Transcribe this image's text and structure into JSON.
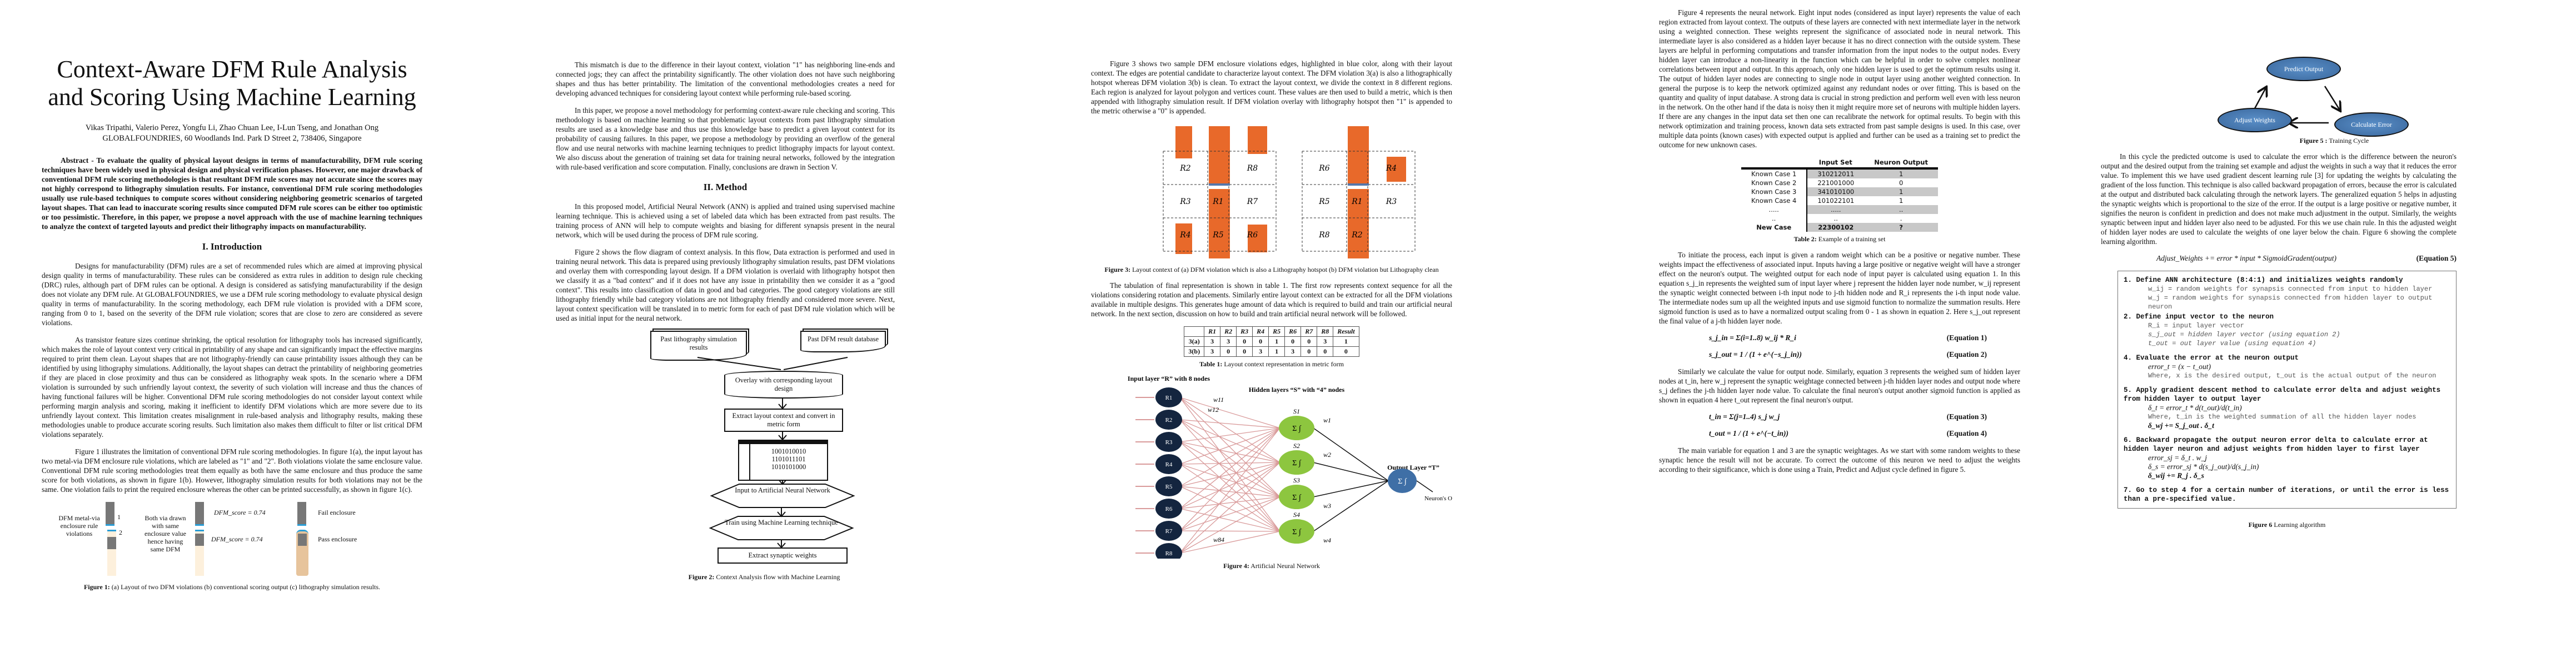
{
  "page1": {
    "title": "Context-Aware DFM Rule Analysis and Scoring Using Machine Learning",
    "authors": "Vikas Tripathi, Valerio Perez, Yongfu Li, Zhao Chuan Lee, I-Lun Tseng, and Jonathan Ong",
    "affiliation": "GLOBALFOUNDRIES, 60 Woodlands Ind. Park D Street 2, 738406, Singapore",
    "abstract": "Abstract - To evaluate the quality of physical layout designs in terms of manufacturability, DFM rule scoring techniques have been widely used in physical design and physical verification phases. However, one major drawback of conventional DFM rule scoring methodologies is that resultant DFM rule scores may not accurate since the scores may not highly correspond to lithography simulation results. For instance, conventional DFM rule scoring methodologies usually use rule-based techniques to compute scores without considering neighboring geometric scenarios of targeted layout shapes. That can lead to inaccurate scoring results since computed DFM rule scores can be either too optimistic or too pessimistic. Therefore, in this paper, we propose a novel approach with the use of machine learning techniques to analyze the context of targeted layouts and predict their lithography impacts on manufacturability.",
    "intro_heading": "I.    Introduction",
    "paragraphs": [
      "Designs for manufacturability (DFM) rules are a set of recommended rules which are aimed at improving physical design quality in terms of manufacturability. These rules can be considered as extra rules in addition to design rule checking (DRC) rules, although part of DFM rules can be optional. A design is considered as satisfying manufacturability if the design does not violate any DFM rule. At GLOBALFOUNDRIES, we use a DFM rule scoring methodology to evaluate physical design quality in terms of manufacturability. In the scoring methodology, each DFM rule violation is provided with a DFM score, ranging from 0 to 1, based on the severity of the DFM rule violation; scores that are close to zero are considered as severe violations.",
      "As transistor feature sizes continue shrinking, the optical resolution for lithography tools has increased significantly, which makes the role of layout context very critical in printability of any shape and can significantly impact the effective margins required to print them clean. Layout shapes that are not lithography-friendly can cause printability issues although they can be identified by using lithography simulations. Additionally, the layout shapes can detract the printability of neighboring geometries if they are placed in close proximity and thus can be considered as lithography weak spots. In the scenario where a DFM violation is surrounded by such unfriendly layout context, the severity of such violation will increase and thus the chances of having functional failures will be higher. Conventional DFM rule scoring methodologies do not consider layout context while performing margin analysis and scoring, making it inefficient to identify DFM violations which are more severe due to its unfriendly layout context. This limitation creates misalignment in rule-based analysis and lithography results, making these methodologies unable to produce accurate scoring results. Such limitation also makes them difficult to filter or list critical DFM violations separately.",
      "Figure 1 illustrates the limitation of conventional DFM rule scoring methodologies. In figure 1(a), the input layout has two metal-via DFM enclosure rule violations, which are labeled as \"1\" and \"2\". Both violations violate the same enclosure value. Conventional DFM rule scoring methodologies treat them equally as both have the same enclosure and thus produce the same score for both violations, as shown in figure 1(b). However, lithography simulation results for both violations may not be the same. One violation fails to print the required enclosure whereas the other can be printed successfully, as shown in figure 1(c)."
    ],
    "figure1": {
      "label_a": "DFM metal-via enclosure rule violations",
      "label_b": "Both via drawn with same enclosure value hence having same DFM",
      "score1": "DFM_score = 0.74",
      "score2": "DFM_score = 0.74",
      "fail": "Fail enclosure",
      "pass": "Pass enclosure",
      "n1": "1",
      "n2": "2",
      "caption_bold": "Figure 1:",
      "caption": " (a) Layout of two DFM violations (b) conventional scoring output (c) lithography simulation results."
    }
  },
  "page2": {
    "paragraphs": [
      "This mismatch is due to the difference in their layout context, violation \"1\" has neighboring line-ends and connected jogs; they can affect the printability significantly. The other violation does not have such neighboring shapes and thus has better printability. The limitation of the conventional methodologies creates a need for developing advanced techniques for considering layout context while performing rule-based scoring.",
      "In this paper, we propose a novel methodology for performing context-aware rule checking and scoring. This methodology is based on machine learning so that problematic layout contexts from past lithography simulation results are used as a knowledge base and thus use this knowledge base to predict a given layout context for its probability of causing failures. In this paper, we propose a methodology by providing an overflow of the general flow and use neural networks with machine learning techniques to predict lithography impacts for layout context. We also discuss about the generation of training set data for training neural networks, followed by the integration with rule-based verification and score computation. Finally, conclusions are drawn in Section V."
    ],
    "method_heading": "II.    Method",
    "paragraphs2": [
      "In this proposed model, Artificial Neural Network (ANN) is applied and trained using supervised machine learning technique. This is achieved using a set of labeled data which has been extracted from past results. The training process of ANN will help to compute weights and biasing for different synapsis present in the neural network, which will be used during the process of DFM rule scoring.",
      "Figure 2 shows the flow diagram of context analysis. In this flow, Data extraction is performed and used in training neural network. This data is prepared using previously lithography simulation results, past DFM violations and overlay them with corresponding layout design. If a DFM violation is overlaid with lithography hotspot then we classify it as a \"bad context\" and if it does not have any issue in printability then we consider it as a \"good context\". This results into classification of data in good and bad categories. The good category violations are still lithography friendly while bad category violations are not lithography friendly and considered more severe. Next, layout context specification will be translated in to metric form for each of past DFM rule violation which will be used as initial input for the neural network."
    ],
    "figure2": {
      "doc1": "Past lithography simulation results",
      "doc2": "Past DFM result database",
      "step1": "Overlay with corresponding layout design",
      "step2": "Extract layout context and convert in metric form",
      "bits": [
        "1001010010",
        "1101011101",
        "1010101000"
      ],
      "step3": "Input to Artificial Neural Network",
      "step4": "Train using Machine Learning technique",
      "step5": "Extract synaptic weights",
      "caption_bold": "Figure 2:",
      "caption": " Context Analysis flow with Machine Learning"
    }
  },
  "page3": {
    "paragraph1": "Figure 3 shows two sample DFM enclosure violations edges, highlighted in blue color, along with their layout context. The edges are potential candidate to characterize layout context. The DFM violation 3(a) is also a lithographically hotspot whereas DFM violation 3(b) is clean. To extract the layout context, we divide the context in 8 different regions. Each region is analyzed for layout polygon and vertices count. These values are then used to build a metric, which is then appended with lithography simulation result. If DFM violation overlay with lithography hotspot then \"1\" is appended to the metric otherwise a \"0\" is appended.",
    "figure3": {
      "regions_a": [
        "R2",
        "R8",
        "R3",
        "R1",
        "R7",
        "R4",
        "R5",
        "R6"
      ],
      "regions_b": [
        "R6",
        "R4",
        "R5",
        "R1",
        "R3",
        "R8",
        "R2"
      ],
      "caption_bold": "Figure 3:",
      "caption": " Layout context of (a) DFM violation which is also a Lithography hotspot (b) DFM violation but Lithography clean"
    },
    "paragraph2": "The tabulation of final representation is shown in table 1. The first row represents context sequence for all the violations considering rotation and placements. Similarly entire layout context can be extracted for all the DFM violations available in multiple designs. This generates huge amount of data which is required to build and train our artificial neural network. In the next section, discussion on how to build and train artificial neural network will be followed.",
    "table1": {
      "headers": [
        "",
        "R1",
        "R2",
        "R3",
        "R4",
        "R5",
        "R6",
        "R7",
        "R8",
        "Result"
      ],
      "rows": [
        [
          "3(a)",
          "3",
          "3",
          "0",
          "0",
          "1",
          "0",
          "0",
          "3",
          "1"
        ],
        [
          "3(b)",
          "3",
          "0",
          "0",
          "3",
          "1",
          "3",
          "0",
          "0",
          "0"
        ]
      ],
      "caption_bold": "Table 1:",
      "caption": " Layout context representation in metric form"
    },
    "figure4": {
      "input_label": "Input layer “R” with 8 nodes",
      "hidden_label": "Hidden layers “S” with “4” nodes",
      "output_label": "Output Layer “T”",
      "neuron_output": "Neuron's Output",
      "inputs": [
        "R1",
        "R2",
        "R3",
        "R4",
        "R5",
        "R6",
        "R7",
        "R8"
      ],
      "hidden": [
        "S1",
        "S2",
        "S3",
        "S4"
      ],
      "weights_in": [
        "w11",
        "w12",
        "w84"
      ],
      "weights_out": [
        "w1",
        "w2",
        "w3",
        "w4"
      ],
      "caption_bold": "Figure 4:",
      "caption": " Artificial Neural Network"
    }
  },
  "page4": {
    "paragraph1": "Figure 4 represents the neural network. Eight input nodes (considered as input layer) represents the value of each region extracted from layout context. The outputs of these layers are connected with next intermediate layer in the network using a weighted connection. These weights represent the significance of associated node in neural network. This intermediate layer is also considered as a hidden layer because it has no direct connection with the outside system. These layers are helpful in performing computations and transfer information from the input nodes to the output nodes. Every hidden layer can introduce a non-linearity in the function which can be helpful in order to solve complex nonlinear correlations between input and output. In this approach, only one hidden layer is used to get the optimum results using it. The output of hidden layer nodes are connecting to single node in output layer using another weighted connection. In general the purpose is to keep the network optimized against any redundant nodes or over fitting. This is based on the quantity and quality of input database. A strong data is crucial in strong prediction and perform well even with less neuron in the network. On the other hand if the data is noisy then it might require more set of neurons with multiple hidden layers. If there are any changes in the input data set then one can recalibrate the network for optimal results. To begin with this network optimization and training process, known data sets extracted from past sample designs is used. In this case, over multiple data points (known cases) with expected output is applied and further can be used as a training set to predict the outcome for new unknown cases.",
    "table2": {
      "headers": [
        "",
        "Input Set",
        "Neuron Output"
      ],
      "rows": [
        [
          "Known Case 1",
          "310212011",
          "1"
        ],
        [
          "Known Case 2",
          "221001000",
          "0"
        ],
        [
          "Known Case 3",
          "341010100",
          "1"
        ],
        [
          "Known Case 4",
          "101022101",
          "1"
        ],
        [
          ".....",
          ".....",
          ".."
        ],
        [
          "..",
          "..",
          "."
        ],
        [
          "New Case",
          "22300102",
          "?"
        ]
      ],
      "caption_bold": "Table 2:",
      "caption": " Example of a training set"
    },
    "paragraph2": "To initiate the process, each input is given a random weight which can be a positive or negative number. These weights impact the effectiveness of associated input. Inputs having a large positive or negative weight will have a stronger effect on the neuron's output. The weighted output for each node of input payer is calculated using equation 1. In this equation s_j_in represents the weighted sum of input layer where j represent the hidden layer node number, w_ij represent the synaptic weight connected between i-th input node to j-th hidden node and R_i represents the i-th input node value. The intermediate nodes sum up all the weighted inputs and use sigmoid function to normalize the summation results. Here sigmoid function is used as to have a normalized output scaling from 0 - 1 as shown in equation 2. Here s_j_out represent the final value of a j-th hidden layer node.",
    "eq1": "s_j_in = Σ(i=1..8) w_ij * R_i",
    "eq1_label": "(Equation 1)",
    "eq2": "s_j_out = 1 / (1 + e^(−s_j_in))",
    "eq2_label": "(Equation 2)",
    "paragraph3": "Similarly we calculate the value for output node. Similarly, equation 3 represents the weighed sum of hidden layer nodes at t_in, here w_j represent the synaptic weightage connected between j-th hidden layer nodes and output node where s_j defines the j-th hidden layer node value. To calculate the final neuron's output another sigmoid function is applied as shown in equation 4 here t_out represent the final neuron's output.",
    "eq3": "t_in = Σ(j=1..4) s_j w_j",
    "eq3_label": "(Equation 3)",
    "eq4": "t_out = 1 / (1 + e^(−t_in))",
    "eq4_label": "(Equation 4)",
    "paragraph4": "The main variable for equation 1 and 3 are the synaptic weightages. As we start with some random weights to these synaptic hence the result will not be accurate. To correct the outcome of this neuron we need to adjust the weights according to their significance, which is done using a Train, Predict and Adjust cycle defined in figure 5."
  },
  "page5": {
    "figure5": {
      "predict": "Predict Output",
      "calculate": "Calculate Error",
      "adjust": "Adjust Weights",
      "caption_bold": "Figure 5 :",
      "caption": " Training Cycle"
    },
    "paragraph1": "In this cycle the predicted outcome is used to calculate the error which is the difference between the neuron's output and the desired output from the training set example and adjust the weights in such a way that it reduces the error value. To implement this we have used gradient descent learning rule [3] for updating the weights by calculating the gradient of the loss function. This technique is also called backward propagation of errors, because the error is calculated at the output and distributed back calculating through the network layers. The generalized equation 5 helps in adjusting the synaptic weights which is proportional to the size of the error. If the output is a large positive or negative number, it signifies the neuron is confident in prediction and does not make much adjustment in the output. Similarly, the weights synaptic between input and hidden layer also need to be adjusted. For this we use chain rule. In this the adjusted weight of hidden layer nodes are used to calculate the weights of one layer below the chain. Figure 6 showing the complete learning algorithm.",
    "eq5": "Adjust_Weights += error * input * SigmoidGradent(output)",
    "eq5_label": "(Equation 5)",
    "algorithm": {
      "s1": "1. Define ANN architecture (8:4:1) and initializes weights randomly",
      "s1a": "w_ij = random weights for synapsis connected from input to hidden layer",
      "s1b": "w_j = random weights for synapsis connected from hidden layer to output neuron",
      "s2": "2. Define input vector to the neuron",
      "s2a": "R_i  = input layer vector",
      "s2b": "s_j_out = hidden layer vector (using equation 2)",
      "s2c": "t_out = out layer value (using equation 4)",
      "s4": "4. Evaluate the error at the neuron output",
      "s4a": "error_t = (x − t_out)",
      "s4b": "Where, x is the desired output, t_out is the actual output of the neuron",
      "s5": "5. Apply gradient descent method to calculate error delta and adjust weights from hidden layer to output layer",
      "s5a": "δ_t =  error_t * d(t_out)/d(t_in)",
      "s5b": "Where, t_in is the weighted summation of all the hidden layer nodes",
      "s5c": "δ_wj +=  S_j_out . δ_t",
      "s6": "6. Backward propagate the output neuron error delta to calculate error at hidden layer neuron and adjust weights from hidden layer to first layer",
      "s6a": "error_sj = δ_t . w_j",
      "s6b": "δ_s =  error_sj * d(s_j_out)/d(s_j_in)",
      "s6c": "δ_wij +=  R_j . δ_s",
      "s7": "7. Go to step 4 for a certain number of iterations, or until the error is less than a pre-specified value."
    },
    "caption_bold": "Figure 6",
    "caption": " Learning algorithm"
  },
  "colors": {
    "orange": "#e8692a",
    "blue_node": "#3f6fa6",
    "dark_node": "#14253f",
    "green_node": "#8dc63f",
    "edge_pink": "#d99a9a",
    "via_blue": "#2a9fd8"
  }
}
